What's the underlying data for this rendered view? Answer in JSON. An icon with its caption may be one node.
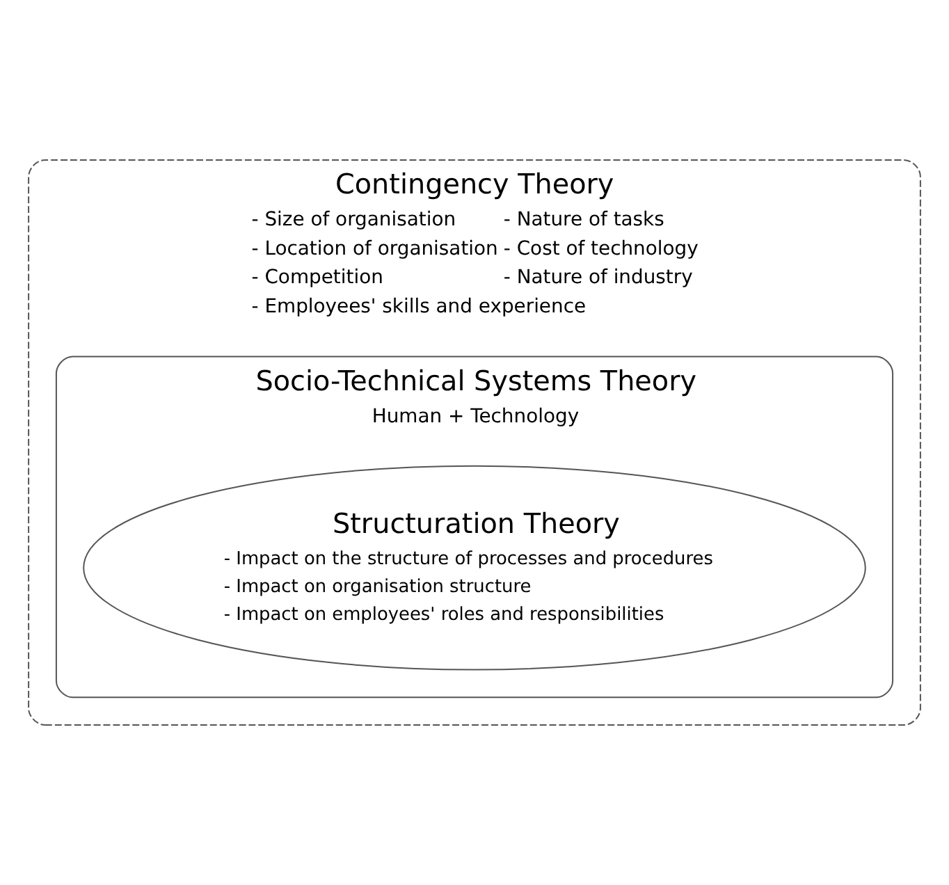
{
  "diagram": {
    "nodes": [
      {
        "text": [
          "Contingency Theory",
          "- Size of organisation",
          "- Nature of tasks",
          "- Location of organisation",
          "- Cost of technology",
          "- Competition",
          "- Nature of industry",
          "- Employees' skills and experience"
        ]
      },
      {
        "text": [
          "Socio-Technical Systems Theory",
          "Human + Technology"
        ],
        "in": 0
      },
      {
        "text": [
          "Structuration Theory",
          "- Impact on the structure of processes and procedures",
          "- Impact on organisation structure",
          "- Impact on employees' roles and responsibilities"
        ],
        "in": 1
      }
    ],
    "edges": []
  }
}
